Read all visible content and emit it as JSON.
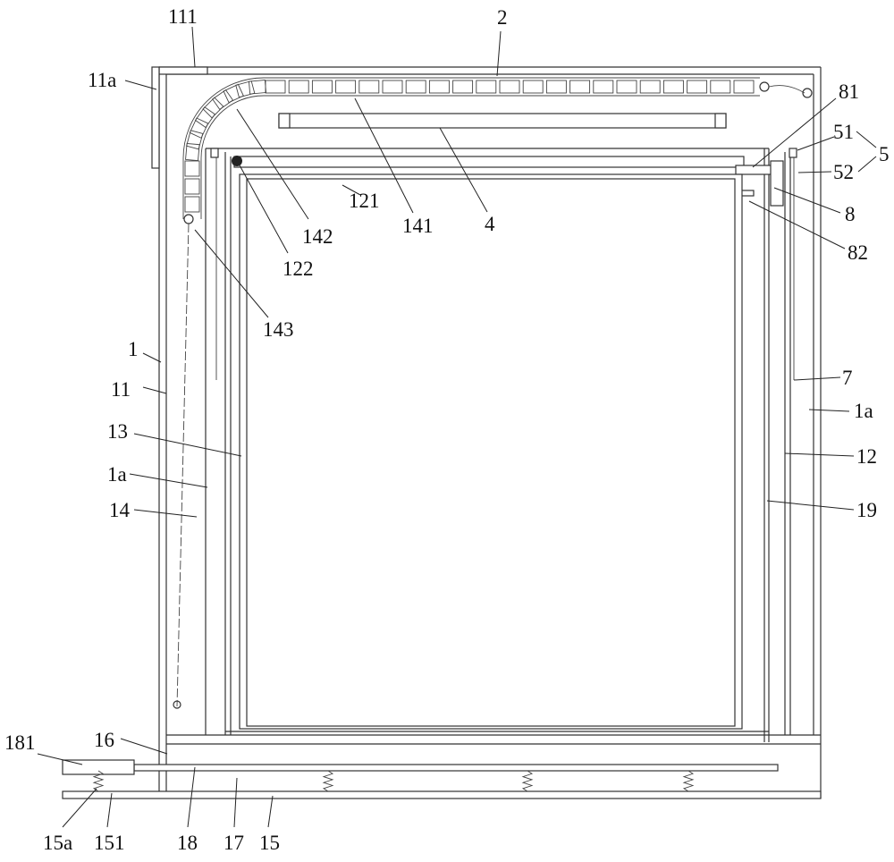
{
  "figure": {
    "labels": {
      "l111": "111",
      "l11a": "11a",
      "l2": "2",
      "l81": "81",
      "l51": "51",
      "l5": "5",
      "l52": "52",
      "l8": "8",
      "l82": "82",
      "l142": "142",
      "l121": "121",
      "l141": "141",
      "l4": "4",
      "l122": "122",
      "l143": "143",
      "l1": "1",
      "l11": "11",
      "l13": "13",
      "l1a_left": "1a",
      "l14": "14",
      "l7": "7",
      "l1a_right": "1a",
      "l12": "12",
      "l19": "19",
      "l16": "16",
      "l181": "181",
      "l18": "18",
      "l17": "17",
      "l15": "15",
      "l15a": "15a",
      "l151": "151"
    },
    "chain_link_count": 21,
    "spring_count": 4
  }
}
